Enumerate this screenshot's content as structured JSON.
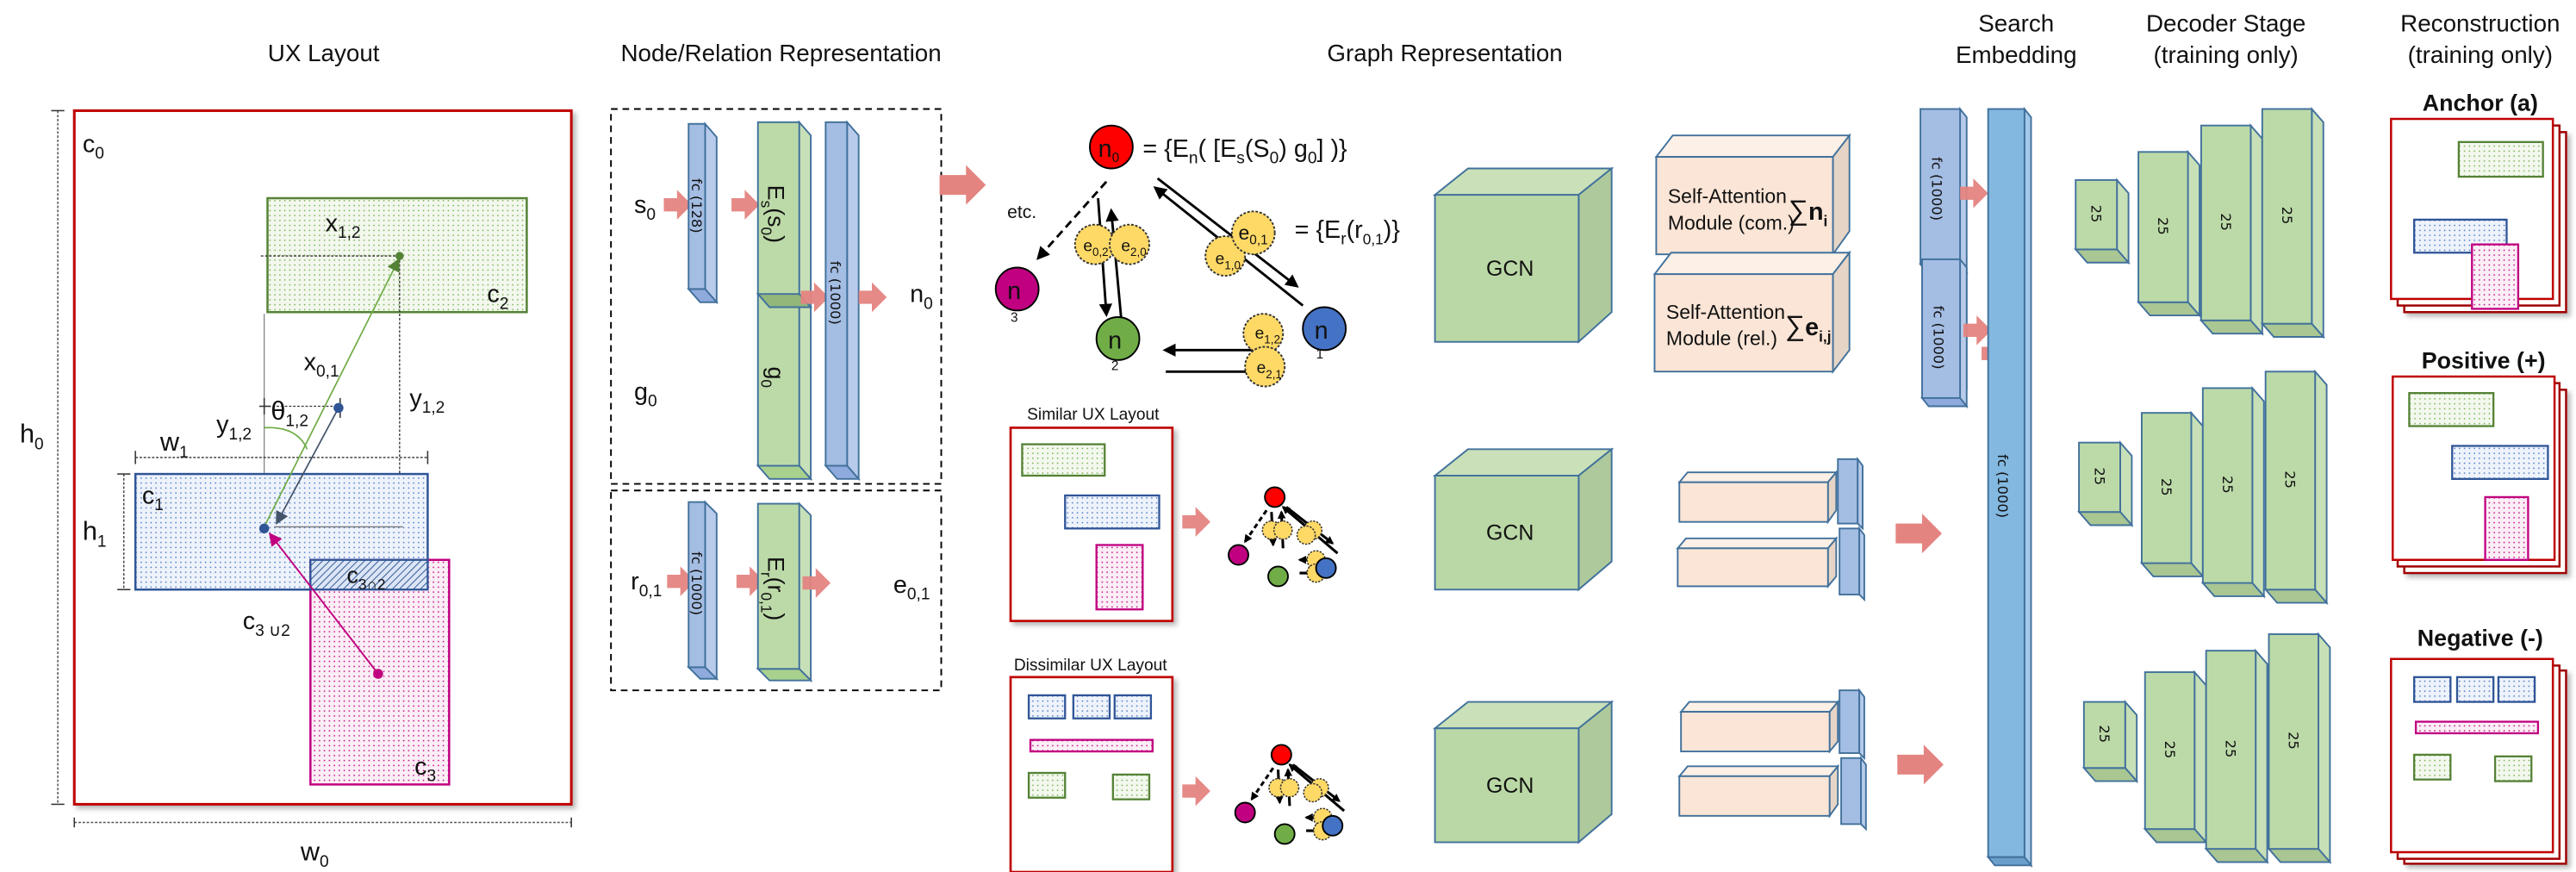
{
  "headers": {
    "ux_layout": "UX Layout",
    "node_relation": "Node/Relation Representation",
    "graph": "Graph Representation",
    "search_line1": "Search",
    "search_line2": "Embedding",
    "decoder_line1": "Decoder Stage",
    "decoder_line2": "(training only)",
    "recon_line1": "Reconstruction",
    "recon_line2": "(training only)"
  },
  "ux_layout": {
    "c0": "c",
    "c0_sub": "0",
    "c1": "c",
    "c1_sub": "1",
    "c2": "c",
    "c2_sub": "2",
    "c3": "c",
    "c3_sub": "3",
    "x12": "x",
    "x12_sub": "1,2",
    "x01": "x",
    "x01_sub": "0,1",
    "y12_left": "y",
    "y12_left_sub": "1,2",
    "y12_right": "y",
    "y12_right_sub": "1,2",
    "theta": "θ",
    "theta_sub": "1,2",
    "w1": "w",
    "w1_sub": "1",
    "h1": "h",
    "h1_sub": "1",
    "h0": "h",
    "h0_sub": "0",
    "w0": "w",
    "w0_sub": "0",
    "intersect": "c",
    "intersect_sub": "3∩2",
    "union": "c",
    "union_sub": "3 ∪2"
  },
  "node_block": {
    "s0": "s",
    "s0_sub": "0",
    "g0": "g",
    "g0_sub": "0",
    "fc128": "fc (128)",
    "es": "E",
    "es_sub": "s",
    "es_arg": "(s",
    "es_arg_sub": "0",
    "es_close": ")",
    "g0_bar": "g",
    "g0_bar_sub": "0",
    "fc1000": "fc (1000)",
    "n0": "n",
    "n0_sub": "0"
  },
  "relation_block": {
    "r01": "r",
    "r01_sub": "0,1",
    "fc1000": "fc (1000)",
    "er": "E",
    "er_sub": "r",
    "er_arg": "(r",
    "er_arg_sub": "0,1",
    "er_close": ")",
    "e01": "e",
    "e01_sub": "0,1"
  },
  "graph": {
    "n0_formula": "= {E",
    "n0_formula_sub": "n",
    "n0_formula_rest": "( [E",
    "n0_formula_sub2": "s",
    "n0_formula_rest2": "(S",
    "n0_formula_sub3": "0",
    "n0_formula_rest3": ")  g",
    "n0_formula_sub4": "0",
    "n0_formula_rest4": "] )}",
    "e01_formula": "= {E",
    "e01_formula_sub": "r",
    "e01_formula_rest": "(r",
    "e01_formula_sub2": "0,1",
    "e01_formula_rest2": ")}",
    "etc": "etc.",
    "nodes": [
      {
        "label": "n",
        "sub": "0",
        "color": "#ff0000"
      },
      {
        "label": "n",
        "sub": "1",
        "color": "#4472c4"
      },
      {
        "label": "n",
        "sub": "2",
        "color": "#70ad47"
      },
      {
        "label": "n",
        "sub": "3",
        "color": "#c00080"
      }
    ],
    "edges": [
      {
        "label": "e",
        "sub": "0,1"
      },
      {
        "label": "e",
        "sub": "1,0"
      },
      {
        "label": "e",
        "sub": "0,2"
      },
      {
        "label": "e",
        "sub": "2,0"
      },
      {
        "label": "e",
        "sub": "1,2"
      },
      {
        "label": "e",
        "sub": "2,1"
      }
    ],
    "similar_label": "Similar UX Layout",
    "dissimilar_label": "Dissimilar UX Layout"
  },
  "gcn_label": "GCN",
  "attention": {
    "com_line1": "Self-Attention",
    "com_line2": "Module (com.)",
    "com_sum": "∑",
    "com_var": "n",
    "com_var_sub": "i",
    "rel_line1": "Self-Attention",
    "rel_line2": "Module (rel.)",
    "rel_sum": "∑",
    "rel_var": "e",
    "rel_var_sub": "i,j"
  },
  "fc_small": "fc (1000)",
  "search_fc": "fc (1000)",
  "decoder_layers": [
    "25",
    "25",
    "25",
    "25"
  ],
  "reconstruction": {
    "anchor": "Anchor (a)",
    "positive": "Positive (+)",
    "negative": "Negative (-)"
  },
  "colors": {
    "frame_red": "#c00000",
    "green_box": "#548235",
    "blue_box": "#2f5597",
    "magenta_box": "#c00080",
    "fc_blue": "#a4bde3",
    "embed_blue": "#83b8e0",
    "layer_green": "#bcdaa8",
    "attention_peach": "#fbe5d6",
    "arrow_pink": "#e48481",
    "edge_yellow": "#ffd966"
  }
}
